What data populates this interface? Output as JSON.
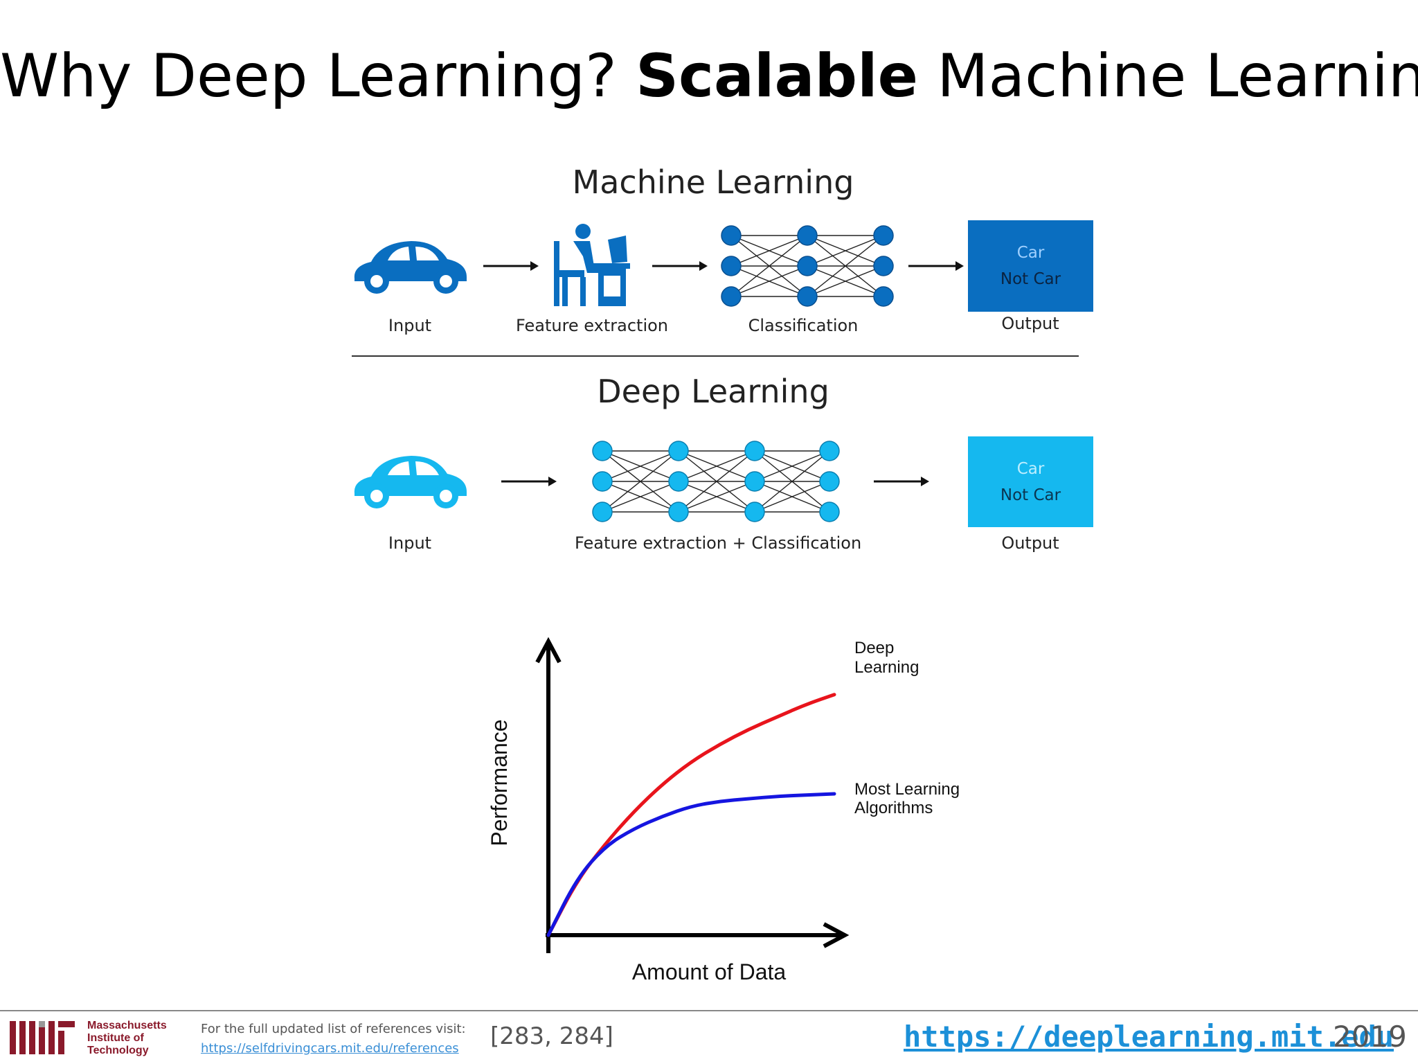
{
  "slide": {
    "title_plain": "Why Deep Learning? ",
    "title_bold": "Scalable",
    "title_rest": " Machine Learning"
  },
  "ml_section": {
    "title": "Machine Learning",
    "labels": {
      "input": "Input",
      "feature": "Feature extraction",
      "classification": "Classification",
      "output": "Output"
    },
    "output_box": {
      "line1": "Car",
      "line2": "Not Car"
    },
    "color": "#0a6ec0"
  },
  "dl_section": {
    "title": "Deep Learning",
    "labels": {
      "input": "Input",
      "feature_classification": "Feature extraction + Classification",
      "output": "Output"
    },
    "output_box": {
      "line1": "Car",
      "line2": "Not Car"
    },
    "color": "#15b8ef"
  },
  "chart_data": {
    "type": "line",
    "xlabel": "Amount of Data",
    "ylabel": "Performance",
    "series": [
      {
        "name": "Deep Learning",
        "label_line1": "Deep",
        "label_line2": "Learning",
        "color": "#e8141c",
        "x": [
          0,
          0.1,
          0.2,
          0.3,
          0.4,
          0.5,
          0.6,
          0.7,
          0.8,
          0.9,
          1.0
        ],
        "y": [
          0,
          0.22,
          0.37,
          0.5,
          0.61,
          0.7,
          0.77,
          0.83,
          0.88,
          0.93,
          0.97
        ]
      },
      {
        "name": "Most Learning Algorithms",
        "label_line1": "Most Learning",
        "label_line2": "Algorithms",
        "color": "#1515e0",
        "x": [
          0,
          0.1,
          0.2,
          0.3,
          0.4,
          0.5,
          0.6,
          0.7,
          0.8,
          0.9,
          1.0
        ],
        "y": [
          0,
          0.23,
          0.36,
          0.43,
          0.48,
          0.52,
          0.54,
          0.55,
          0.56,
          0.565,
          0.57
        ]
      }
    ]
  },
  "footer": {
    "mit_line1": "Massachusetts",
    "mit_line2": "Institute of",
    "mit_line3": "Technology",
    "note": "For the full updated list of references visit:",
    "refs_url": "https://selfdrivingcars.mit.edu/references",
    "ref_numbers": "[283, 284]",
    "site_url": "https://deeplearning.mit.edu",
    "year": "2019"
  }
}
